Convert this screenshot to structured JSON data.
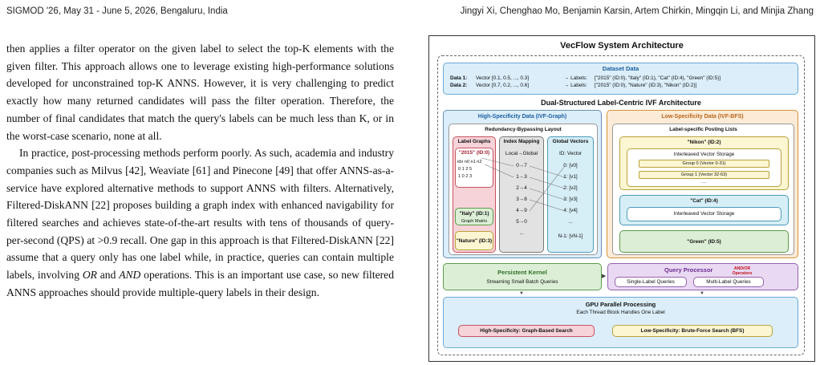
{
  "header": {
    "left": "SIGMOD '26, May 31 - June 5, 2026, Bengaluru, India",
    "right": "Jingyi Xi, Chenghao Mo, Benjamin Karsin, Artem Chirkin, Mingqin Li, and Minjia Zhang"
  },
  "body": {
    "p1": "then applies a filter operator on the given label to select the top-K elements with the given filter. This approach allows one to leverage existing high-performance solutions developed for unconstrained top-K ANNS. However, it is very challenging to predict exactly how many returned candidates will pass the filter operation. Therefore, the number of final candidates that match the query's labels can be much less than K, or in the worst-case scenario, none at all.",
    "p2_a": "In practice, post-processing methods perform poorly. As such, academia and industry companies such as Milvus [42], Weaviate [61] and Pinecone [49] that offer ANNS-as-a-service have explored alternative methods to support ANNS with filters. Alternatively, Filtered-DiskANN [22] proposes building a graph index with enhanced navigability for filtered searches and achieves state-of-the-art results with tens of thousands of query-per-second (QPS) at >0.9 recall. One gap in this approach is that Filtered-DiskANN [22] assume that a query only has one label while, in practice, queries can contain multiple labels, involving ",
    "p2_or": "OR",
    "p2_and_pre": " and ",
    "p2_and": "AND",
    "p2_end": " operations. This is an important use case, so new filtered ANNS approaches should",
    "p2_cut": "provide multiple-query labels in their design."
  },
  "figure": {
    "title": "VecFlow System Architecture",
    "dataset": {
      "title": "Dataset Data",
      "rows": [
        {
          "name": "Data 1:",
          "vector": "Vector [0.1, 0.5, ..., 0.3]",
          "arrow": "→ Labels:",
          "labels": "[\"2015\" (ID:0), \"Italy\" (ID:1), \"Cat\" (ID:4), \"Green\" (ID:5)]"
        },
        {
          "name": "Data 2:",
          "vector": "Vector [0.7, 0.2, ..., 0.6]",
          "arrow": "→ Labels:",
          "labels": "[\"2015\" (ID:0), \"Nature\" (ID:3), \"Nikon\" (ID:2)]"
        }
      ]
    },
    "arch_title": "Dual-Structured Label-Centric IVF Architecture",
    "high": {
      "title": "High-Specificity Data (IVF-Graph)",
      "layout": "Redundancy-Bypassing Layout",
      "label_graphs": "Label Graphs",
      "g2015": "\"2015\" (ID:0)",
      "matrix_head": "idx n0 n1 n2",
      "matrix_r0": "0   1   2   5",
      "matrix_r1": "1   0   2   3",
      "italy": "\"Italy\" (ID:1)",
      "graph_matrix": "Graph Matrix",
      "nature": "\"Nature\" (ID:3)",
      "index_mapping": "Index Mapping",
      "local_global": "Local→Global",
      "mappings": [
        "0→7",
        "1→3",
        "2→4",
        "3→8",
        "4→9",
        "5→0",
        "..."
      ],
      "global_vectors": "Global Vectors",
      "id_vector": "ID: Vector",
      "vectors": [
        "0: [v0]",
        "1: [v1]",
        "2: [v2]",
        "3: [v3]",
        "4: [v4]",
        "...",
        "N-1: [vN-1]"
      ]
    },
    "low": {
      "title": "Low-Specificity Data (IVF-BFS)",
      "lists": "Label-specific Posting Lists",
      "nikon": "\"Nikon\" (ID:2)",
      "interleaved": "Interleaved Vector Storage",
      "group0": "Group 0 (Vector 0-31)",
      "group1": "Group 1 (Vector 32-63)",
      "dots": "...",
      "cat": "\"Cat\" (ID:4)",
      "interleaved2": "Interleaved Vector Storage",
      "green": "\"Green\" (ID:5)"
    },
    "kernel": {
      "title": "Persistent Kernel",
      "sub": "Streaming Small Batch Queries"
    },
    "query": {
      "title": "Query Processor",
      "ops": "AND/OR Operators",
      "single": "Single-Label Queries",
      "multi": "Multi-Label Queries"
    },
    "gpu": {
      "title": "GPU Parallel Processing",
      "sub": "Each Thread Block Handles One Label",
      "left": "High-Specificity: Graph-Based Search",
      "right": "Low-Specificity: Brute-Force Search (BFS)"
    },
    "colors": {
      "blue": "#dbeefa",
      "green": "#dcefd6",
      "orange": "#fcebd6",
      "pink": "#f6d3d8",
      "gray": "#e2e2e2",
      "lightblue": "#d6eef6",
      "yellow": "#fdf6d2",
      "purple": "#ead9f3"
    }
  }
}
